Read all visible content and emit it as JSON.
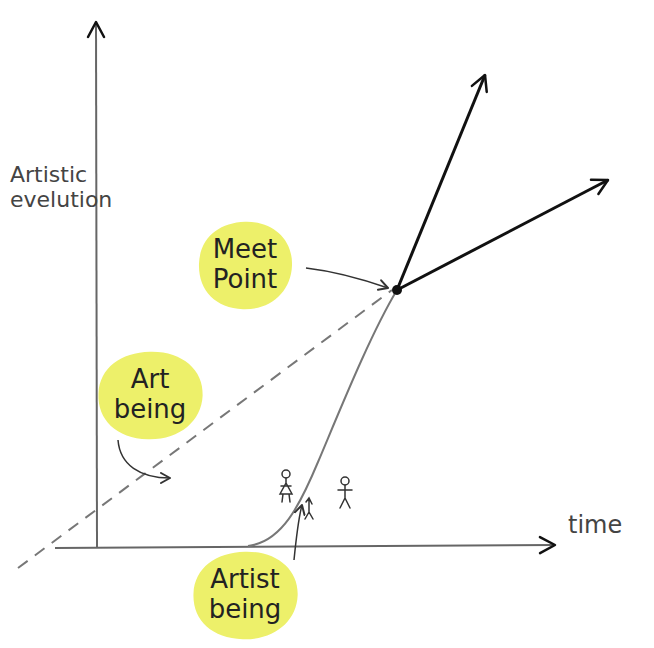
{
  "diagram": {
    "nodes": [
      {
        "text": [
          "Meet Point"
        ]
      },
      {
        "text": [
          "Art being"
        ]
      },
      {
        "text": [
          "Artist being"
        ]
      }
    ],
    "labels": [
      "Artistic evelution",
      "time"
    ]
  }
}
